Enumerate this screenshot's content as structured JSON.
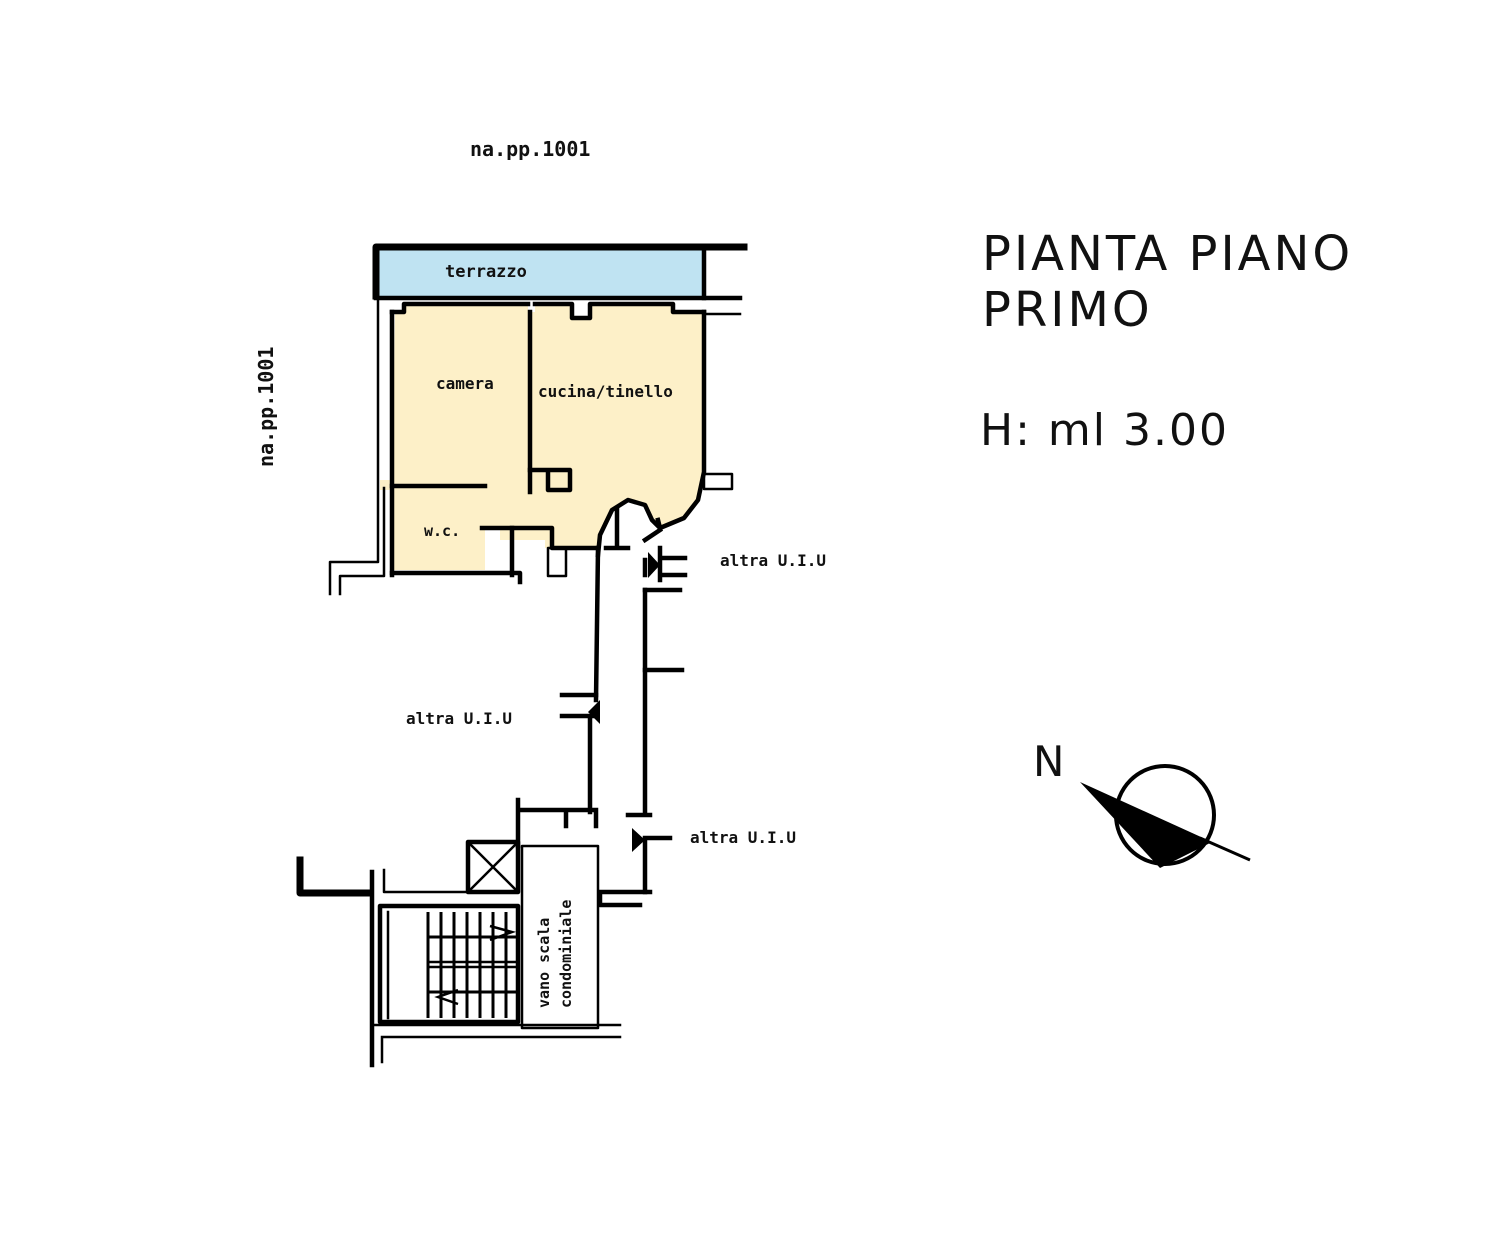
{
  "sheet": {
    "title_line1": "PIANTA PIANO",
    "title_line2": "PRIMO",
    "height_label": "H: ml 3.00"
  },
  "neighbours": {
    "top_parcel": "na.pp.1001",
    "left_parcel": "na.pp.1001"
  },
  "rooms": [
    {
      "id": "terrazzo",
      "label": "terrazzo",
      "fill": "#bfe3f2"
    },
    {
      "id": "camera",
      "label": "camera",
      "fill": "#fdf0c8"
    },
    {
      "id": "cucina",
      "label": "cucina/tinello",
      "fill": "#fdf0c8"
    },
    {
      "id": "wc",
      "label": "w.c.",
      "fill": "#fdf0c8"
    }
  ],
  "other_units": [
    {
      "label": "altra U.I.U"
    },
    {
      "label": "altra U.I.U"
    },
    {
      "label": "altra U.I.U"
    }
  ],
  "stairwell": {
    "line1": "vano scala",
    "line2": "condominiale"
  },
  "compass": {
    "north_label": "N"
  },
  "colors": {
    "terrace": "#bfe3f2",
    "apartment": "#fdf0c8",
    "wall": "#000000"
  }
}
